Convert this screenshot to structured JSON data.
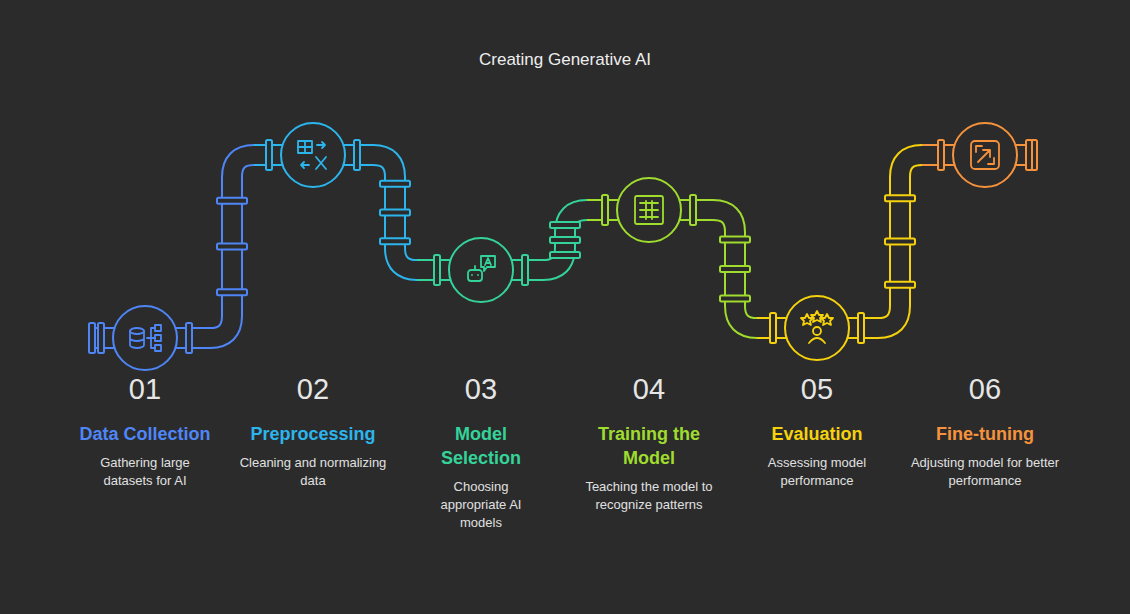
{
  "diagram": {
    "title": "Creating Generative AI",
    "labels": [
      "01",
      "Data Collection",
      "Gathering large datasets for AI",
      "02",
      "Preprocessing",
      "Cleaning and normalizing data",
      "03",
      "Model Selection",
      "Choosing appropriate AI models",
      "04",
      "Training the Model",
      "Teaching the model to recognize patterns",
      "05",
      "Evaluation",
      "Assessing model performance",
      "06",
      "Fine-tuning",
      "Adjusting model for better performance"
    ]
  }
}
